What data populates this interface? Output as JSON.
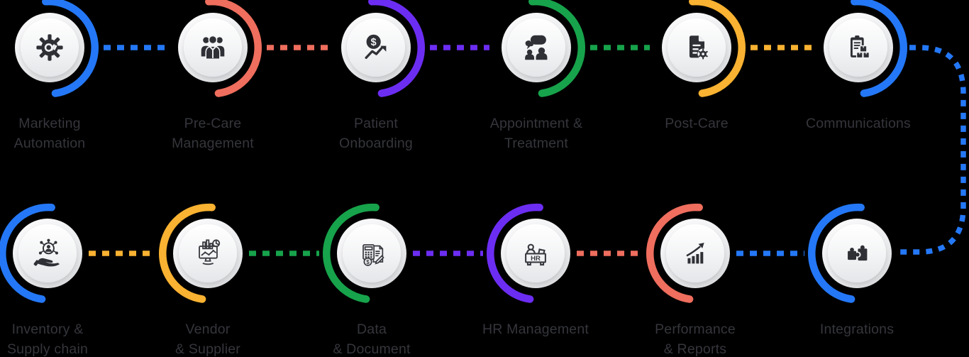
{
  "diagram": {
    "background": "#000000",
    "palette": {
      "blue": "#2478f7",
      "coral": "#ef6e5e",
      "purple": "#6c2df3",
      "green": "#17a34b",
      "amber": "#f9b231",
      "label_text": "#35363c",
      "icon_dark": "#2f3036",
      "icon_outline": "#3a3b41"
    },
    "rows": [
      {
        "items": [
          {
            "id": "marketing-automation",
            "lines": [
              "Marketing",
              "Automation"
            ],
            "arc_color": "blue",
            "icon": "gear-icon"
          },
          {
            "id": "pre-care-management",
            "lines": [
              "Pre-Care",
              "Management"
            ],
            "arc_color": "coral",
            "icon": "team-icon"
          },
          {
            "id": "patient-onboarding",
            "lines": [
              "Patient",
              "Onboarding"
            ],
            "arc_color": "purple",
            "icon": "dollar-growth-icon"
          },
          {
            "id": "appointment-treatment",
            "lines": [
              "Appointment &",
              "Treatment"
            ],
            "arc_color": "green",
            "icon": "consultation-icon"
          },
          {
            "id": "post-care",
            "lines": [
              "Post-Care"
            ],
            "arc_color": "amber",
            "icon": "document-gear-icon"
          },
          {
            "id": "communications",
            "lines": [
              "Communications"
            ],
            "arc_color": "blue",
            "icon": "clipboard-boxes-icon"
          }
        ]
      },
      {
        "items": [
          {
            "id": "inventory-supply-chain",
            "lines": [
              "Inventory &",
              "Supply chain"
            ],
            "arc_color": "blue",
            "icon": "hand-network-icon"
          },
          {
            "id": "vendor-supplier",
            "lines": [
              "Vendor",
              "& Supplier"
            ],
            "arc_color": "amber",
            "icon": "monitor-analytics-icon"
          },
          {
            "id": "data-document",
            "lines": [
              "Data",
              "& Document"
            ],
            "arc_color": "green",
            "icon": "calculator-document-icon"
          },
          {
            "id": "hr-management",
            "lines": [
              "HR Management"
            ],
            "arc_color": "purple",
            "icon": "hr-desk-icon"
          },
          {
            "id": "performance-reports",
            "lines": [
              "Performance",
              "& Reports"
            ],
            "arc_color": "coral",
            "icon": "growth-bars-icon"
          },
          {
            "id": "integrations",
            "lines": [
              "Integrations"
            ],
            "arc_color": "blue",
            "icon": "puzzle-icon"
          }
        ]
      }
    ],
    "connectors": {
      "top": [
        "blue",
        "coral",
        "purple",
        "green",
        "amber"
      ],
      "bottom": [
        "amber",
        "green",
        "purple",
        "coral",
        "blue"
      ],
      "wrap_right": "blue"
    }
  }
}
